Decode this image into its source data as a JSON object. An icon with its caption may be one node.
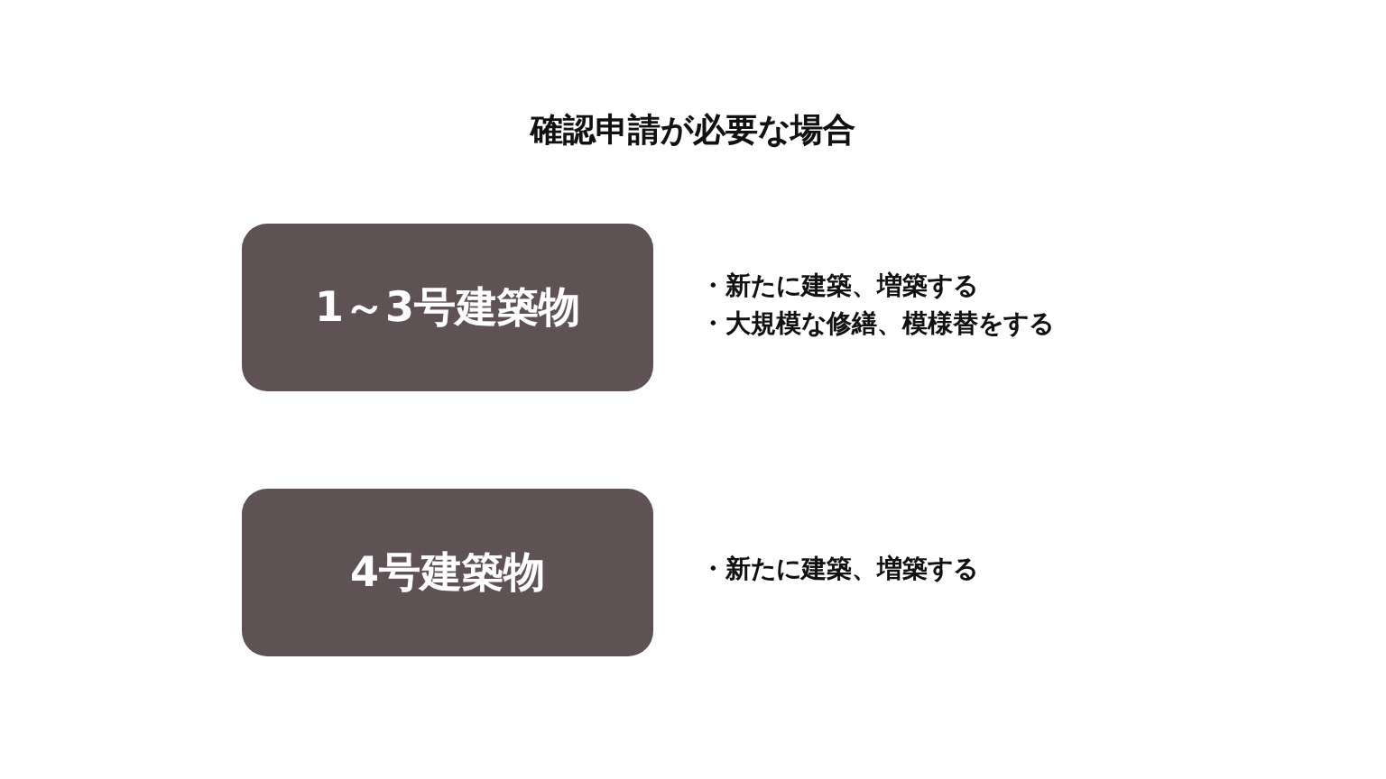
{
  "diagram": {
    "title": "確認申請が必要な場合",
    "nodes": [
      {
        "text": [
          "1～3号建築物"
        ],
        "beside": [
          "・新たに建築、増築する",
          "・大規模な修繕、模様替をする"
        ]
      },
      {
        "text": [
          "4号建築物"
        ],
        "beside": [
          "・新たに建築、増築する"
        ]
      }
    ]
  }
}
